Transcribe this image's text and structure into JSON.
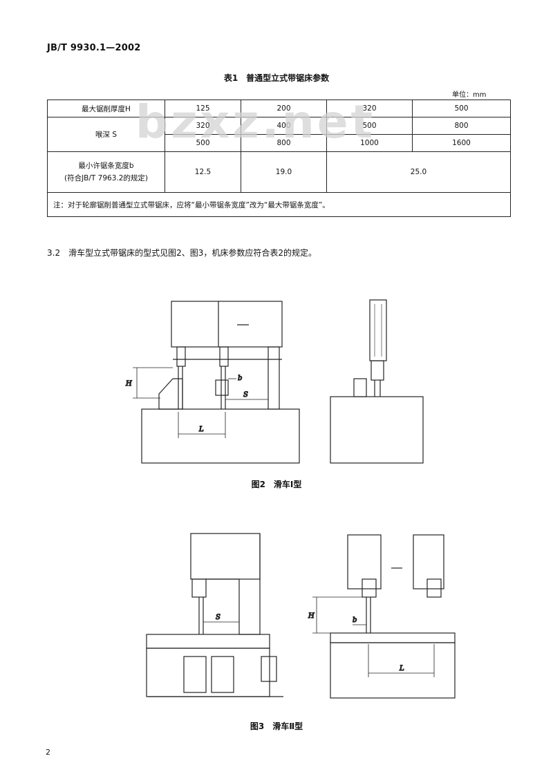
{
  "header": {
    "standard_code": "JB/T 9930.1—2002"
  },
  "table1": {
    "title": "表1　普通型立式带锯床参数",
    "unit": "单位：mm",
    "watermark": "bzxz.net",
    "rows": {
      "max_thickness": {
        "label": "最大锯削厚度H",
        "values": [
          "125",
          "200",
          "320",
          "500"
        ]
      },
      "throat_depth": {
        "label": "喉深 S",
        "row1": [
          "320",
          "400",
          "500",
          "800"
        ],
        "row2": [
          "500",
          "800",
          "1000",
          "1600"
        ]
      },
      "min_blade_width": {
        "label_line1": "最小许锯条宽度b",
        "label_line2": "(符合JB/T 7963.2的规定)",
        "values": [
          "12.5",
          "19.0",
          "25.0"
        ]
      }
    },
    "note": "注：对于轮廓锯削普通型立式带锯床，应将“最小带锯条宽度”改为“最大带锯条宽度”。"
  },
  "paragraph": "3.2　滑车型立式带锯床的型式见图2、图3，机床参数应符合表2的规定。",
  "figure2": {
    "caption": "图2　滑车Ⅰ型",
    "labels": {
      "H": "H",
      "b": "b",
      "S": "S",
      "L": "L"
    }
  },
  "figure3": {
    "caption": "图3　滑车Ⅱ型",
    "labels": {
      "H": "H",
      "b": "b",
      "S": "S",
      "L": "L"
    }
  },
  "page_number": "2"
}
